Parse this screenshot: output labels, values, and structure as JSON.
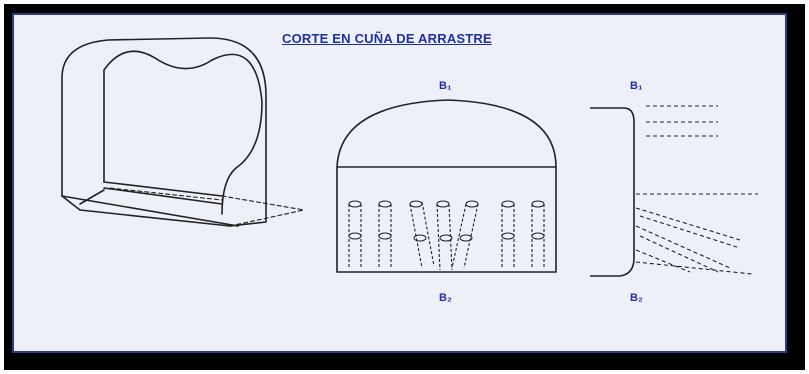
{
  "title": "CORTE EN CUÑA DE ARRASTRE",
  "labels": {
    "front_top": "B₁",
    "front_bottom": "B₂",
    "side_top": "B₁",
    "side_bottom": "B₂"
  },
  "colors": {
    "title": "#1f2fa8",
    "line": "#222222",
    "panel_bg": "#eef0f7",
    "frame": "#000000"
  }
}
